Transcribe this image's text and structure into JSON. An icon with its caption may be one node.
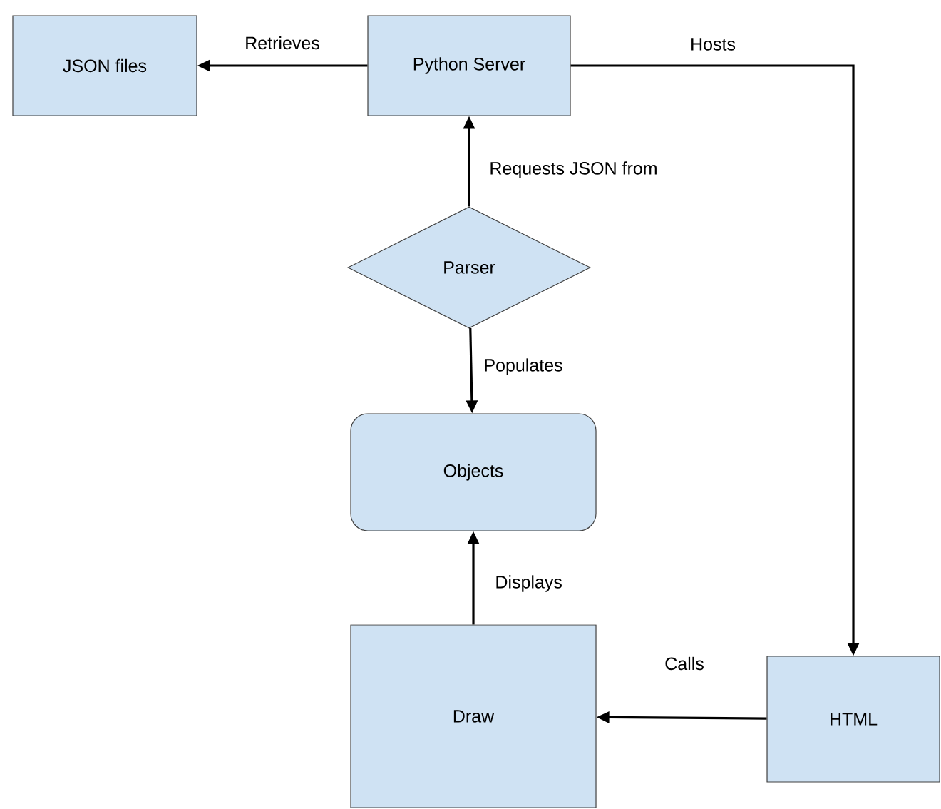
{
  "diagram": {
    "nodes": [
      {
        "text": [
          "JSON files"
        ]
      },
      {
        "text": [
          "Python Server"
        ]
      },
      {
        "text": [
          "Parser"
        ]
      },
      {
        "text": [
          "Objects"
        ]
      },
      {
        "text": [
          "Draw"
        ]
      },
      {
        "text": [
          "HTML"
        ]
      }
    ],
    "edges": [
      {
        "from": 1,
        "to": 0,
        "arrow": "to",
        "label": "Retrieves"
      },
      {
        "from": 1,
        "to": 5,
        "arrow": "to",
        "label": "Hosts"
      },
      {
        "from": 2,
        "to": 1,
        "arrow": "to",
        "label": "Requests JSON from"
      },
      {
        "from": 2,
        "to": 3,
        "arrow": "to",
        "label": "Populates"
      },
      {
        "from": 4,
        "to": 3,
        "arrow": "to",
        "label": "Displays"
      },
      {
        "from": 5,
        "to": 4,
        "arrow": "to",
        "label": "Calls"
      }
    ]
  }
}
